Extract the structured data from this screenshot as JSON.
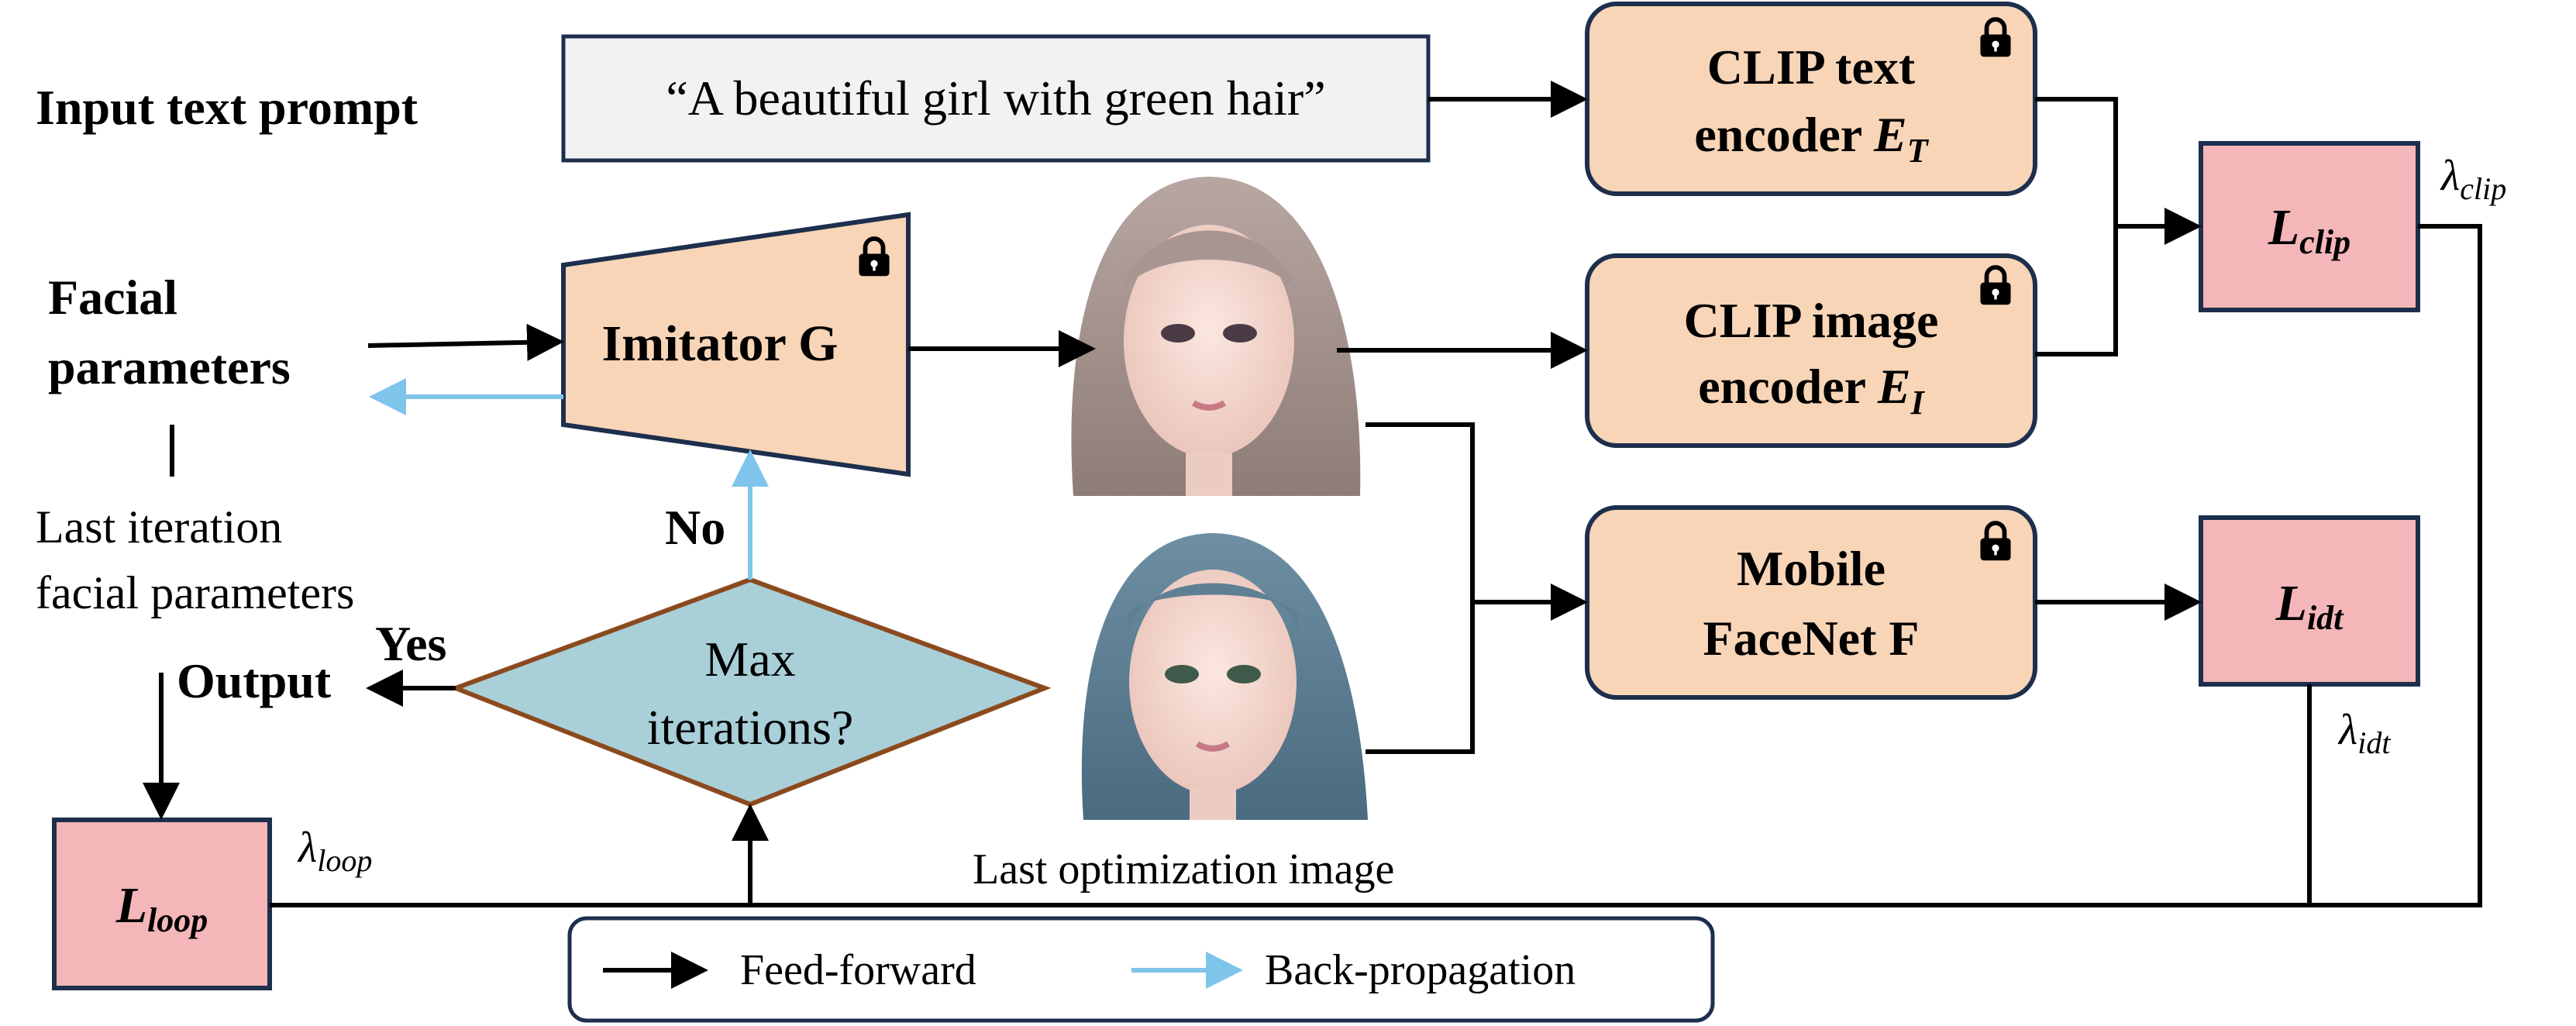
{
  "labels": {
    "input_text_prompt": "Input text prompt",
    "prompt_text": "“A beautiful girl with green hair”",
    "facial_parameters_line1": "Facial",
    "facial_parameters_line2": "parameters",
    "last_iteration_line1": "Last iteration",
    "last_iteration_line2": "facial parameters",
    "imitator": "Imitator G",
    "no": "No",
    "yes": "Yes",
    "output": "Output",
    "decision_line1": "Max",
    "decision_line2": "iterations?",
    "clip_text_line1": "CLIP text",
    "clip_text_line2": "encoder",
    "clip_text_symbol": "E",
    "clip_text_sub": "T",
    "clip_image_line1": "CLIP image",
    "clip_image_line2": "encoder",
    "clip_image_symbol": "E",
    "clip_image_sub": "I",
    "mobile_line1": "Mobile",
    "mobile_line2": "FaceNet F",
    "loss_symbol": "L",
    "loss_clip_sub": "clip",
    "loss_idt_sub": "idt",
    "loss_loop_sub": "loop",
    "lambda_symbol": "λ",
    "lambda_clip_sub": "clip",
    "lambda_idt_sub": "idt",
    "lambda_loop_sub": "loop",
    "last_optimization_image": "Last optimization image"
  },
  "legend": {
    "feed_forward": "Feed-forward",
    "back_propagation": "Back-propagation"
  },
  "colors": {
    "module_fill": "#f8d5b7",
    "module_stroke": "#1d2f4d",
    "loss_fill": "#f4b6b8",
    "decision_fill": "#a9cfd8",
    "decision_stroke": "#8b4a1e",
    "prompt_fill": "#f2f2f2",
    "feed_forward": "#000000",
    "back_propagation": "#7fc4ea"
  },
  "icons": {
    "lock": "lock-icon",
    "face_top": "rendered-face-gray-hair",
    "face_bottom": "rendered-face-blue-hair"
  }
}
